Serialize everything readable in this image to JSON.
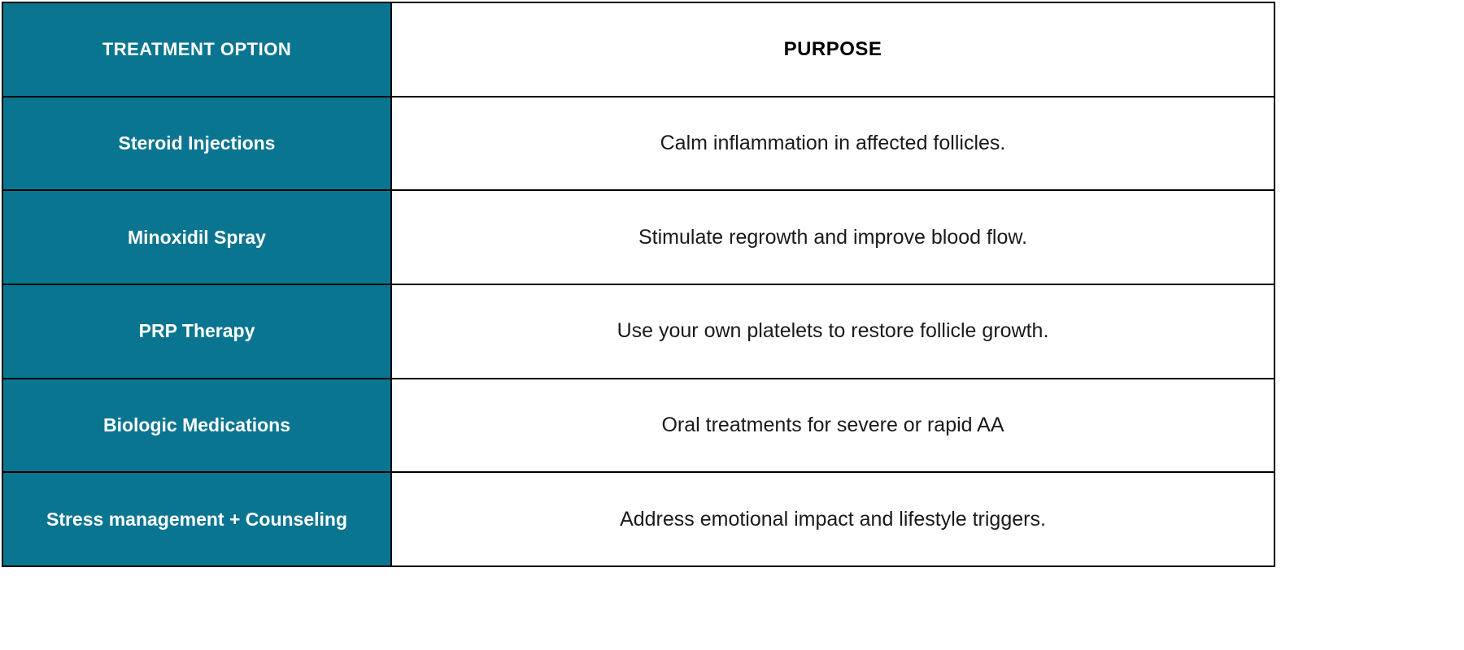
{
  "table": {
    "header": {
      "option": "TREATMENT OPTION",
      "purpose": "PURPOSE"
    },
    "rows": [
      {
        "option": "Steroid Injections",
        "purpose": "Calm inflammation in affected follicles."
      },
      {
        "option": "Minoxidil Spray",
        "purpose": "Stimulate regrowth and improve blood flow."
      },
      {
        "option": "PRP Therapy",
        "purpose": "Use your own platelets to restore follicle growth."
      },
      {
        "option": "Biologic Medications",
        "purpose": "Oral treatments for severe or rapid AA"
      },
      {
        "option": "Stress management + Counseling",
        "purpose": "Address emotional impact and lifestyle triggers."
      }
    ],
    "colors": {
      "option_column_bg": "#0a7591",
      "option_column_text": "#ffffff",
      "border": "#000000",
      "purpose_text": "#1a1a1a"
    }
  }
}
